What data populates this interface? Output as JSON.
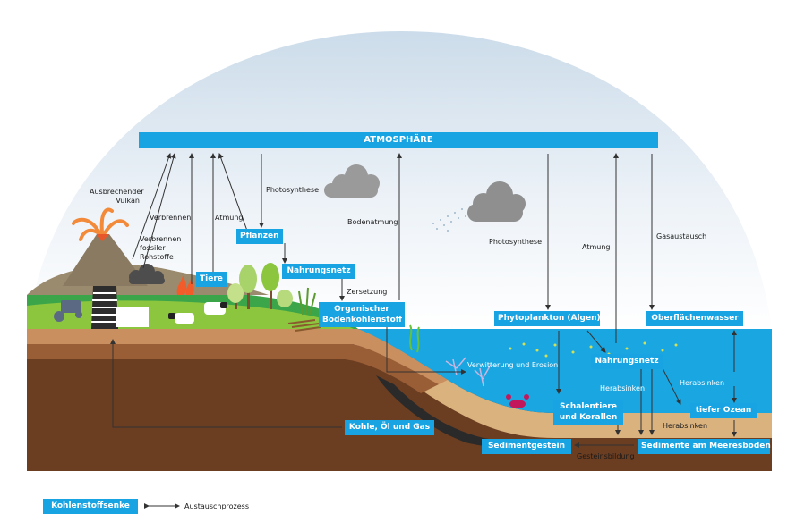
{
  "sinks": {
    "atmosphere": "ATMOSPHÄRE",
    "plants": "Pflanzen",
    "animals": "Tiere",
    "food_web_land": "Nahrungsnetz",
    "soil_carbon": "Organischer Bodenkohlenstoff",
    "phytoplankton": "Phytoplankton (Algen)",
    "surface_water": "Oberflächenwasser",
    "food_web_ocean": "Nahrungsnetz",
    "shellfish": "Schalentiere und Korallen",
    "deep_ocean": "tiefer Ozean",
    "fossil": "Kohle, Öl und Gas",
    "sediment_rock": "Sedimentgestein",
    "sea_floor": "Sedimente am Meeresboden"
  },
  "processes": {
    "volcano": "Ausbrechender Vulkan",
    "burning": "Verbrennen",
    "fossil_burning": "Verbrennen fossiler Rohstoffe",
    "respiration_land": "Atmung",
    "photosynthesis_land": "Photosynthese",
    "soil_respiration": "Bodenatmung",
    "decomposition": "Zersetzung",
    "photosynthesis_ocean": "Photosynthese",
    "respiration_ocean": "Atmung",
    "gas_exchange": "Gasaustausch",
    "weathering": "Verwitterung und Erosion",
    "sinking_1": "Herabsinken",
    "sinking_2": "Herabsinken",
    "sinking_3": "Herabsinken",
    "rock_formation": "Gesteinsbildung"
  },
  "legend": {
    "sink": "Kohlenstoffsenke",
    "exchange": "Austauschprozess"
  },
  "colors": {
    "sink_box": "#18a3e3",
    "sky": "#dfeaf3",
    "grass": "#3ba54a",
    "ocean": "#1aa6e0",
    "soil": "#7a4a2b"
  }
}
